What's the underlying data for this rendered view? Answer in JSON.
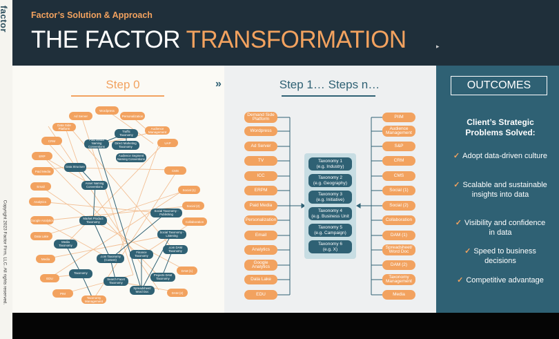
{
  "brand": {
    "logo": "factor",
    "copyright": "Copyright 2023 Factor Firm, LLC. All rights reserved."
  },
  "header": {
    "subtitle": "Factor’s Solution & Approach",
    "title_main": "THE FACTOR",
    "title_accent": "TRANSFORMATION"
  },
  "step0": {
    "label": "Step 0"
  },
  "arrow": "»",
  "step1": {
    "label": "Step 1… Steps n…",
    "left_items": [
      "Demand Side Platform",
      "Wordpress",
      "Ad Server",
      "TV",
      "ICC",
      "ERPM",
      "Paid Media",
      "Personalization",
      "Email",
      "Analytics",
      "Google Analytics",
      "Data Lake",
      "EDU"
    ],
    "right_items": [
      "PIIM",
      "Audience Management",
      "S&P",
      "CRM",
      "CMS",
      "Social (1)",
      "Social (2)",
      "Collaboration",
      "DAM (1)",
      "Spreadsheet/ Word Doc",
      "DAM (2)",
      "Taxonomy Management",
      "Media"
    ],
    "taxonomies": [
      {
        "name": "Taxonomy 1",
        "sub": "(e.g. Industry)"
      },
      {
        "name": "Taxonomy 2",
        "sub": "(e.g. Geography)"
      },
      {
        "name": "Taxonomy 3",
        "sub": "(e.g. Initiative)"
      },
      {
        "name": "Taxonomy 4",
        "sub": "(e.g. Business Unit"
      },
      {
        "name": "Taxonomy 5",
        "sub": "(e.g. Campaign)"
      },
      {
        "name": "Taxonomy 6",
        "sub": "(e.g. X)"
      }
    ]
  },
  "outcomes": {
    "heading": "OUTCOMES",
    "title": "Client’s Strategic Problems Solved:",
    "items": [
      "Adopt data-driven culture",
      "Scalable and sustainable insights into data",
      "Visibility and confidence in data",
      "Speed to business decisions",
      "Competitive advantage"
    ]
  },
  "network": {
    "orange": [
      "Ad Server",
      "Wordpress",
      "Personalization",
      "Data Side Platform",
      "Audience Management",
      "CRM",
      "UAP",
      "ERP",
      "Paid Media",
      "CMS",
      "Email",
      "Social (1)",
      "Analytics",
      "Social (2)",
      "Google Analytics",
      "Collaboration",
      "Data Lake",
      "Media",
      "DAM (1)",
      "EDU",
      "PIM",
      "DAM (2)"
    ],
    "teal": [
      "Paid Media Naming Conventions",
      "Traffic Taxonomy",
      "Direct Marketing Taxonomy",
      "Audience Segment Naming Conventions",
      "Data Structure",
      "Asset Naming Conventions",
      "Social Taxonomy - Publishing",
      "Market Product Taxonomy",
      "Social Taxonomy - Listening",
      "Media Taxonomy",
      ".com DAM Taxonomy",
      "Finance Taxonomy",
      ".com Taxonomy (Content)",
      "Projects DAM Taxonomy",
      "Taxonomy",
      "Search Facet Taxonomy",
      "Taxonomy Management",
      "Spreadsheet/ Word Doc"
    ]
  },
  "colors": {
    "accent": "#f2a25f",
    "teal": "#2f6174",
    "dark": "#1f2f3a"
  }
}
